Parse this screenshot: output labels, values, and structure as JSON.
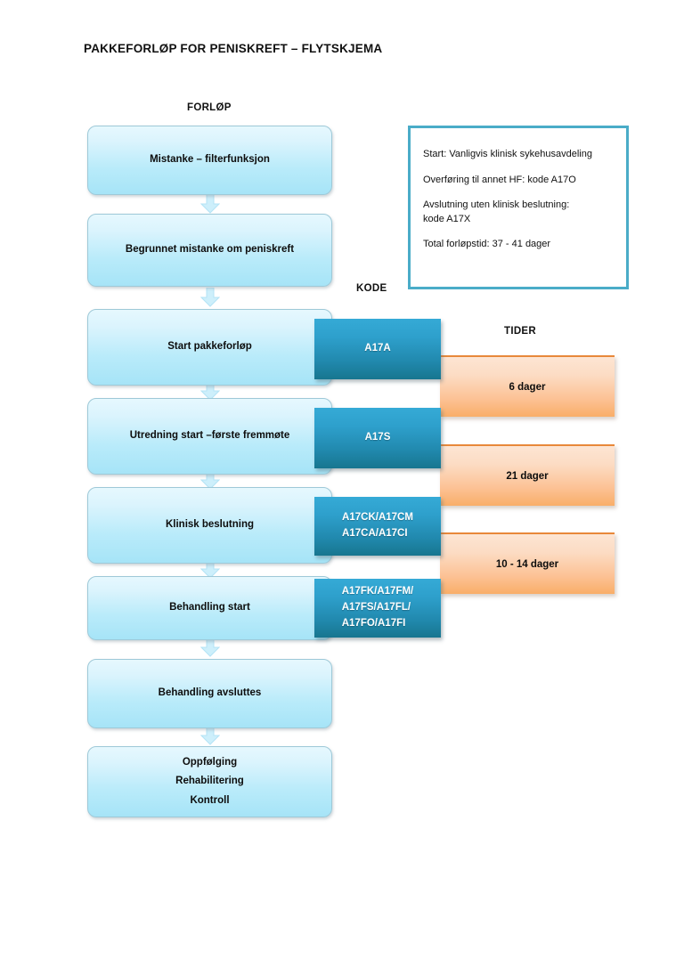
{
  "document": {
    "title": "PAKKEFORLØP FOR PENISKREFT – FLYTSKJEMA"
  },
  "headers": {
    "forlop": "FORLØP",
    "kode": "KODE",
    "tider": "TIDER"
  },
  "flow_steps": [
    {
      "label": "Mistanke – filterfunksjon"
    },
    {
      "label": "Begrunnet mistanke om peniskreft"
    },
    {
      "label": "Start pakkeforløp"
    },
    {
      "label": "Utredning start –første fremmøte"
    },
    {
      "label": "Klinisk beslutning"
    },
    {
      "label": "Behandling start"
    },
    {
      "label": "Behandling avsluttes"
    },
    {
      "label": "Oppfølging\nRehabilitering\nKontroll"
    }
  ],
  "codes": [
    {
      "label": "A17A"
    },
    {
      "label": "A17S"
    },
    {
      "label": "A17CK/A17CM\nA17CA/A17CI"
    },
    {
      "label": "A17FK/A17FM/\nA17FS/A17FL/\nA17FO/A17FI"
    }
  ],
  "times": [
    {
      "label": "6 dager"
    },
    {
      "label": "21 dager"
    },
    {
      "label": "10 - 14 dager"
    }
  ],
  "info_box": {
    "lines": [
      "Start: Vanligvis klinisk sykehusavdeling",
      "Overføring til annet HF: kode A17O",
      "Avslutning uten klinisk beslutning:\nkode A17X",
      "Total forløpstid: 37 - 41 dager"
    ]
  },
  "colors": {
    "flow_box_fill_top": "#e6f8fe",
    "flow_box_fill_bottom": "#a6e4f7",
    "flow_box_border": "#9ec9d8",
    "code_box_fill_top": "#35aad6",
    "code_box_fill_bottom": "#17768f",
    "code_box_text": "#ffffff",
    "time_box_fill_top": "#fde5d3",
    "time_box_fill_bottom": "#f9ae68",
    "time_box_border_top": "#e8883a",
    "info_box_border": "#4aacc8",
    "arrow_fill": "#cdeffb",
    "text": "#111111"
  }
}
